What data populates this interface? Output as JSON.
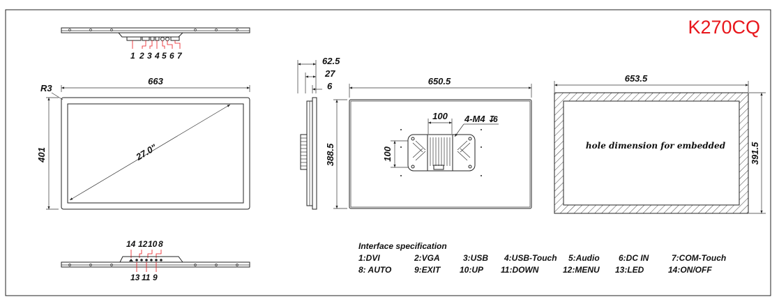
{
  "model": "K270CQ",
  "front_view": {
    "width": "663",
    "height": "401",
    "radius": "R3",
    "diagonal": "27.0\""
  },
  "top_port_numbers": [
    "1",
    "2",
    "3",
    "4",
    "5",
    "6",
    "7"
  ],
  "bottom_key_numbers_top": [
    "14",
    "12",
    "10",
    "8"
  ],
  "bottom_key_numbers_bottom": [
    "13",
    "11",
    "9"
  ],
  "side_view": {
    "depth_total": "62.5",
    "depth_mid": "27",
    "depth_front": "6"
  },
  "rear_view": {
    "width": "650.5",
    "height": "388.5",
    "vesa_h": "100",
    "vesa_v": "100",
    "screw": "4-M4",
    "screw_depth": "6"
  },
  "cutout_view": {
    "width": "653.5",
    "height": "391.5",
    "note": "hole dimension for embedded"
  },
  "interface": {
    "title": "Interface specification",
    "row1": [
      "1:DVI",
      "2:VGA",
      "3:USB",
      "4:USB-Touch",
      "5:Audio",
      "6:DC IN",
      "7:COM-Touch"
    ],
    "row2": [
      "8: AUTO",
      "9:EXIT",
      "10:UP",
      "11:DOWN",
      "12:MENU",
      "13:LED",
      "14:ON/OFF"
    ]
  },
  "colors": {
    "model": "#e8161b",
    "line": "#222222",
    "leader": "#e8161b"
  }
}
